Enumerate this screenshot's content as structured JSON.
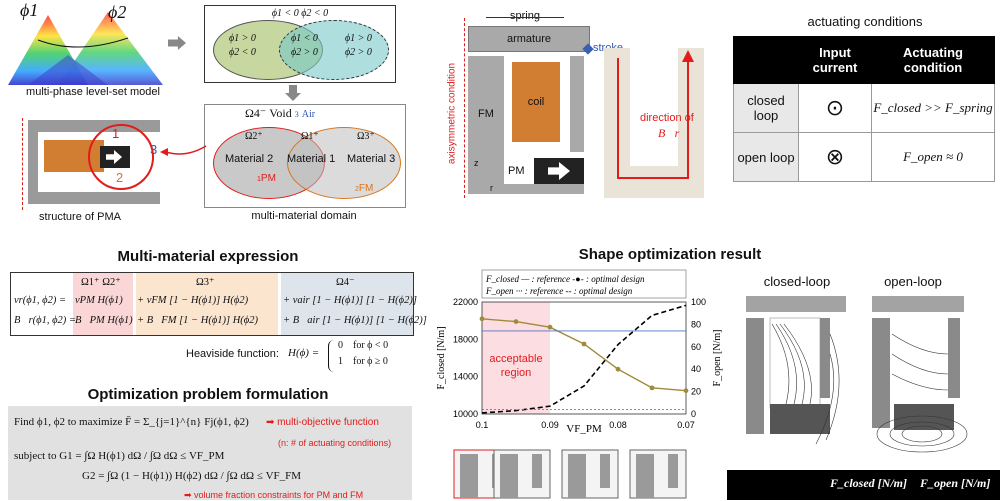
{
  "levelset": {
    "phi1": "ϕ1",
    "phi2": "ϕ2",
    "caption": "multi-phase level-set model"
  },
  "venn_top": {
    "header": "ϕ1 < 0 ϕ2 < 0",
    "left": "ϕ1 > 0\nϕ2 < 0",
    "mid": "ϕ1 < 0\nϕ2 > 0",
    "right": "ϕ1 > 0\nϕ2 > 0"
  },
  "domain": {
    "void": "Ω4⁻ Void",
    "air_num": "3",
    "air": "Air",
    "omega2": "Ω2⁺",
    "omega1": "Ω1⁺",
    "omega3": "Ω3⁺",
    "mat2": "Material 2",
    "mat1": "Material 1",
    "mat3": "Material 3",
    "pm_num": "1",
    "pm": "PM",
    "fm_num": "2",
    "fm": "FM",
    "caption": "multi-material domain"
  },
  "pma": {
    "n1": "1",
    "n2": "2",
    "n3": "3",
    "caption": "structure of PMA"
  },
  "actuator": {
    "spring": "spring",
    "armature": "armature",
    "stroke": "stroke",
    "fm": "FM",
    "coil": "coil",
    "pm": "PM",
    "axis": "axisymmetric condition",
    "z": "z",
    "r": "r",
    "direction": "direction of",
    "br": "B⃗r"
  },
  "actuating": {
    "title": "actuating conditions",
    "col1": "Input current",
    "col2": "Actuating condition",
    "rows": [
      {
        "name": "closed loop",
        "symbol": "⊙",
        "cond": "F_closed >> F_spring"
      },
      {
        "name": "open loop",
        "symbol": "⊗",
        "cond": "F_open ≈ 0"
      }
    ]
  },
  "expression": {
    "title": "Multi-material expression",
    "col1": "Ω1⁺  Ω2⁺",
    "col2": "Ω3⁺",
    "col3": "Ω4⁻",
    "row1_lhs": "νr(ϕ1, ϕ2) =",
    "row1_t1": "νPM H(ϕ1)",
    "row1_t2": "+ νFM [1 − H(ϕ1)] H(ϕ2)",
    "row1_t3": "+ νair [1 − H(ϕ1)] [1 − H(ϕ2)]",
    "row2_lhs": "B⃗r(ϕ1, ϕ2) =",
    "row2_t1": "B⃗PM H(ϕ1)",
    "row2_t2": "+ B⃗FM [1 − H(ϕ1)] H(ϕ2)",
    "row2_t3": "+ B⃗air [1 − H(ϕ1)] [1 − H(ϕ2)]",
    "heaviside_label": "Heaviside function:",
    "heaviside_lhs": "H(ϕ) =",
    "h0": "0    for ϕ < 0",
    "h1": "1    for ϕ ≥ 0"
  },
  "optimization": {
    "title": "Optimization problem formulation",
    "find": "Find  ϕ1, ϕ2   to maximize  F̄ = Σ_{j=1}^{n} Fj(ϕ1, ϕ2)",
    "obj_note": "multi-objective function",
    "n_note": "(n: # of actuating conditions)",
    "g1": "subject to  G1 = ∫Ω H(ϕ1) dΩ / ∫Ω dΩ ≤ VF_PM",
    "g2": "G2 = ∫Ω (1 − H(ϕ1)) H(ϕ2) dΩ / ∫Ω dΩ ≤ VF_FM",
    "vf_note": "volume fraction constraints for PM and FM"
  },
  "shape": {
    "title": "Shape optimization result",
    "closed_loop": "closed-loop",
    "open_loop": "open-loop",
    "bottom_f_closed": "F_closed [N/m]",
    "bottom_f_open": "F_open [N/m]"
  },
  "chart_data": {
    "type": "line",
    "x": [
      0.1,
      0.095,
      0.09,
      0.085,
      0.08,
      0.075,
      0.07
    ],
    "xlabel": "VF_PM",
    "ylabel_left": "F_closed [N/m]",
    "ylabel_right": "F_open [N/m]",
    "xlim": [
      0.1,
      0.07
    ],
    "ylim_left": [
      10000,
      22000
    ],
    "ylim_right": [
      0,
      100
    ],
    "xticks": [
      "0.1",
      "0.09",
      "0.08",
      "0.07"
    ],
    "yticks_left": [
      "10000",
      "14000",
      "18000",
      "22000"
    ],
    "yticks_right": [
      "0",
      "20",
      "40",
      "60",
      "80",
      "100"
    ],
    "legend": [
      "F_closed — : reference  -●- : optimal design",
      "F_open ··· : reference  -- : optimal design"
    ],
    "annotation": "acceptable region",
    "colors": {
      "closed": "#a08a3c",
      "open": "#000000",
      "ref_closed": "#4f73c4",
      "ref_open": "#e05050",
      "region": "#fcdde2"
    },
    "series": [
      {
        "name": "F_closed optimal design",
        "axis": "left",
        "values": [
          20200,
          19900,
          19300,
          17500,
          14800,
          12800,
          12500
        ]
      },
      {
        "name": "F_closed reference",
        "axis": "left",
        "values": [
          18900,
          18900,
          18900,
          18900,
          18900,
          18900,
          18900
        ]
      },
      {
        "name": "F_open optimal design",
        "axis": "right",
        "values": [
          1,
          3,
          7,
          25,
          62,
          88,
          97
        ]
      },
      {
        "name": "F_open reference",
        "axis": "right",
        "values": [
          4,
          4,
          4,
          4,
          4,
          4,
          4
        ]
      }
    ]
  }
}
